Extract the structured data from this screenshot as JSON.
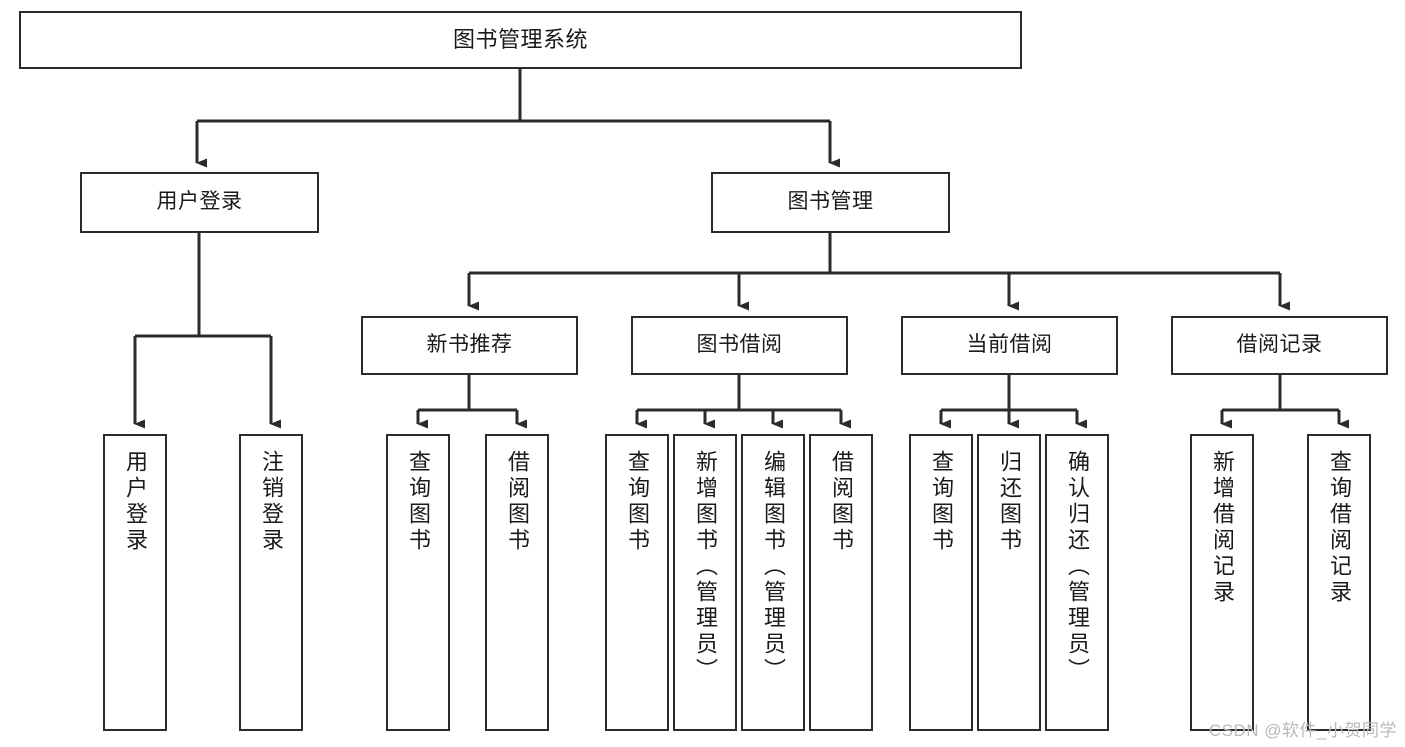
{
  "diagram": {
    "title": "图书管理系统",
    "type": "tree-hierarchy",
    "stroke_color": "#2b2b2b",
    "background_color": "#ffffff",
    "watermark": "CSDN @软件_小贺同学",
    "nodes": {
      "root": {
        "label": "图书管理系统"
      },
      "level2": [
        {
          "label": "用户登录"
        },
        {
          "label": "图书管理"
        }
      ],
      "level3": [
        {
          "label": "新书推荐"
        },
        {
          "label": "图书借阅"
        },
        {
          "label": "当前借阅"
        },
        {
          "label": "借阅记录"
        }
      ],
      "leaves_user_login": [
        {
          "label": "用户登录"
        },
        {
          "label": "注销登录"
        }
      ],
      "leaves_new_book": [
        {
          "label": "查询图书"
        },
        {
          "label": "借阅图书"
        }
      ],
      "leaves_book_borrow": [
        {
          "label": "查询图书"
        },
        {
          "label": "新增图书（管理员）"
        },
        {
          "label": "编辑图书（管理员）"
        },
        {
          "label": "借阅图书"
        }
      ],
      "leaves_current_borrow": [
        {
          "label": "查询图书"
        },
        {
          "label": "归还图书"
        },
        {
          "label": "确认归还（管理员）"
        }
      ],
      "leaves_borrow_record": [
        {
          "label": "新增借阅记录"
        },
        {
          "label": "查询借阅记录"
        }
      ]
    }
  }
}
